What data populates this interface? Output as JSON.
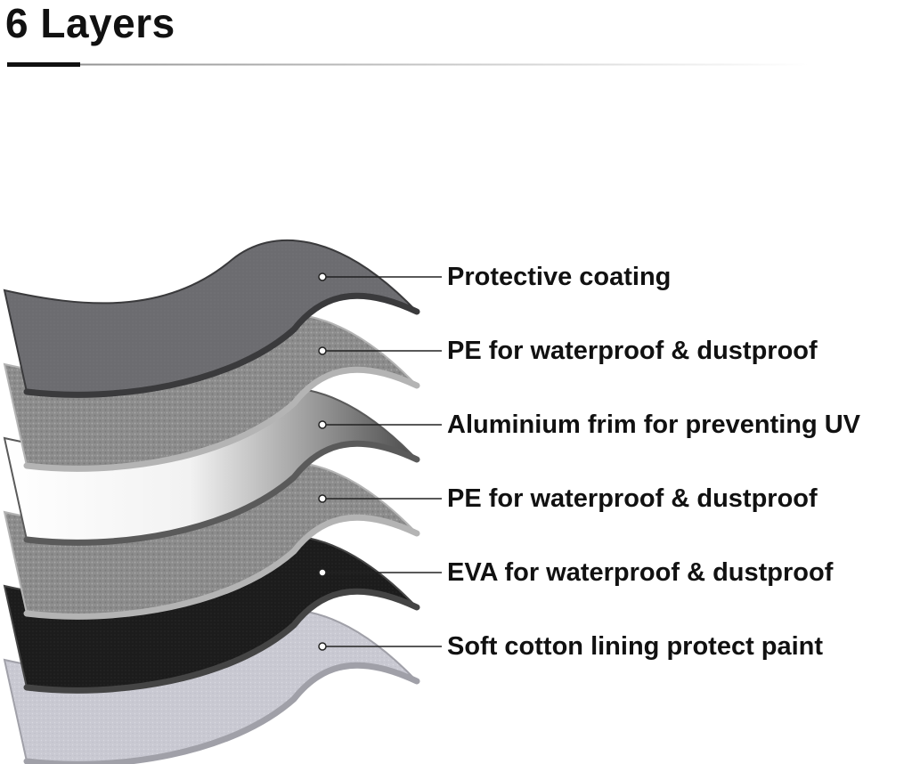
{
  "title": "6 Layers",
  "colors": {
    "title_text": "#111111",
    "rule_dark": "#111111",
    "leader_line": "#222222"
  },
  "layers": [
    {
      "label": "Protective coating",
      "material": "coated-fabric",
      "color": "#6e6e72",
      "edge_color": "#3a3a3c"
    },
    {
      "label": "PE for waterproof & dustproof",
      "material": "nonwoven-pe",
      "color": "#8a8a8a",
      "edge_color": "#b4b4b4"
    },
    {
      "label": "Aluminium frim for preventing UV",
      "material": "aluminium-film",
      "color": "#f4f4f4",
      "edge_color": "#5a5a5a"
    },
    {
      "label": "PE for waterproof & dustproof",
      "material": "nonwoven-pe",
      "color": "#8a8a8a",
      "edge_color": "#b4b4b4"
    },
    {
      "label": "EVA for waterproof & dustproof",
      "material": "eva-foam",
      "color": "#1c1c1c",
      "edge_color": "#444444"
    },
    {
      "label": "Soft cotton lining protect paint",
      "material": "cotton-lining",
      "color": "#c8c8d0",
      "edge_color": "#a0a0a8"
    }
  ]
}
